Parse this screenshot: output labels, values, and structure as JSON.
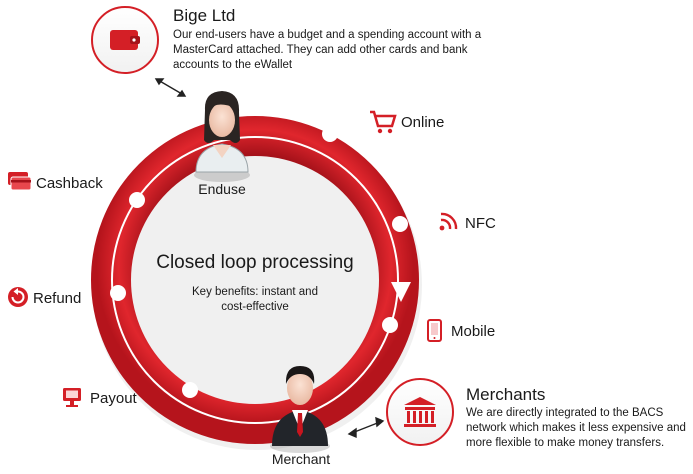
{
  "company": {
    "title": "Bige Ltd",
    "description": "Our end-users have a budget and a spending account with a MasterCard attached. They can add other cards and bank accounts to the eWallet"
  },
  "merchants": {
    "title": "Merchants",
    "description": "We are directly integrated to the BACS network which makes it less expensive and more flexible to make money transfers."
  },
  "center": {
    "title": "Closed loop  processing",
    "subtitle": "Key benefits: instant and cost-effective"
  },
  "nodes": {
    "enduser": "Enduse",
    "merchant": "Merchant"
  },
  "right_items": [
    {
      "label": "Online",
      "icon": "shopping-cart-icon"
    },
    {
      "label": "NFC",
      "icon": "nfc-signal-icon"
    },
    {
      "label": "Mobile",
      "icon": "mobile-phone-icon"
    }
  ],
  "left_items": [
    {
      "label": "Cashback",
      "icon": "cards-icon"
    },
    {
      "label": "Refund",
      "icon": "refund-icon"
    },
    {
      "label": "Payout",
      "icon": "monitor-icon"
    }
  ],
  "colors": {
    "accent": "#d41f26",
    "accent_dark": "#a5121a",
    "text": "#1a1a1a"
  }
}
